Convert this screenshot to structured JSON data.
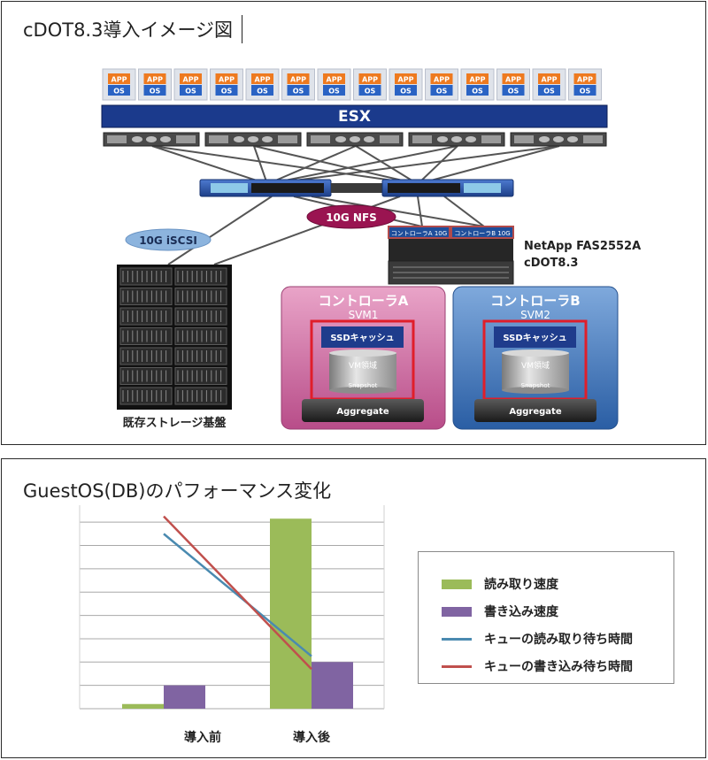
{
  "diagram": {
    "title": "cDOT8.3導入イメージ図",
    "vm": {
      "app_label": "APP",
      "os_label": "OS",
      "count": 14
    },
    "hypervisor": "ESX",
    "server_count": 5,
    "network": {
      "iscsi": "10G iSCSI",
      "nfs": "10G NFS"
    },
    "storage": {
      "ctrl_a_port": "コントローラA 10G",
      "ctrl_b_port": "コントローラB 10G",
      "model": "NetApp FAS2552A",
      "os": "cDOT8.3"
    },
    "legacy_label": "既存ストレージ基盤",
    "controllers": [
      {
        "name": "コントローラA",
        "svm": "SVM1",
        "cache": "SSDキャッシュ",
        "vol": "VM領域",
        "snap": "Snapshot",
        "aggr": "Aggregate"
      },
      {
        "name": "コントローラB",
        "svm": "SVM2",
        "cache": "SSDキャッシュ",
        "vol": "VM領域",
        "snap": "Snapshot",
        "aggr": "Aggregate"
      }
    ],
    "colors": {
      "esx": "#1b3a8c",
      "ctrl_a": "#c45a95",
      "ctrl_b": "#2f67ad",
      "nfs": "#9a1451",
      "iscsi": "#8cb4de"
    }
  },
  "chart_title": "GuestOS(DB)のパフォーマンス変化",
  "chart_data": {
    "type": "bar",
    "categories": [
      "導入前",
      "導入後"
    ],
    "series": [
      {
        "name": "読み取り速度",
        "kind": "bar",
        "color": "#9bbb59",
        "values": [
          0.4,
          16.3
        ]
      },
      {
        "name": "書き込み速度",
        "kind": "bar",
        "color": "#8064a2",
        "values": [
          2.0,
          4.0
        ]
      },
      {
        "name": "キューの読み取り待ち時間",
        "kind": "line",
        "color": "#4a8ab0",
        "values": [
          15.0,
          4.5
        ]
      },
      {
        "name": "キューの書き込み待ち時間",
        "kind": "line",
        "color": "#c0504d",
        "values": [
          16.5,
          3.4
        ]
      }
    ],
    "ylim": [
      0,
      17
    ],
    "grid": true,
    "legend_position": "right",
    "xlabel": "",
    "ylabel": ""
  }
}
